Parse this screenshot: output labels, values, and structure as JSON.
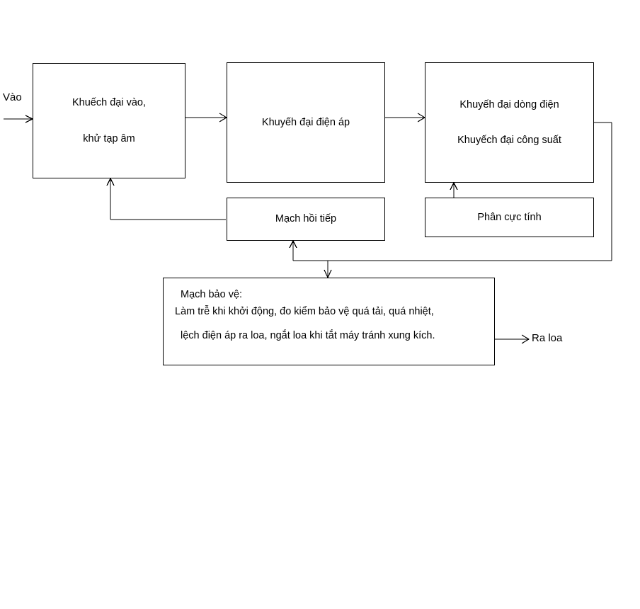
{
  "diagram": {
    "title_hidden": "",
    "stroke_color": "#000000",
    "background_color": "#ffffff",
    "blocks": {
      "input_amp": {
        "line1": "Khuếch đại vào,",
        "line2": "khử tạp âm"
      },
      "voltage_amp": {
        "line1": "Khuyếh đại điện áp"
      },
      "current_power_amp": {
        "line1": "Khuyếh đại dòng điện",
        "line2": "Khuyếch đại công suất"
      },
      "feedback": {
        "line1": "Mạch hồi tiếp"
      },
      "bias": {
        "line1": "Phân cực tính"
      },
      "protection": {
        "line1": "Mạch bảo vệ:",
        "line2": "Làm trễ khi khởi động, đo kiểm bảo vệ quá tải, quá nhiệt,",
        "line3": "lệch điện áp ra loa, ngắt loa khi tắt máy tránh xung kích."
      }
    },
    "labels": {
      "input": "Vào",
      "output": "Ra loa"
    }
  }
}
